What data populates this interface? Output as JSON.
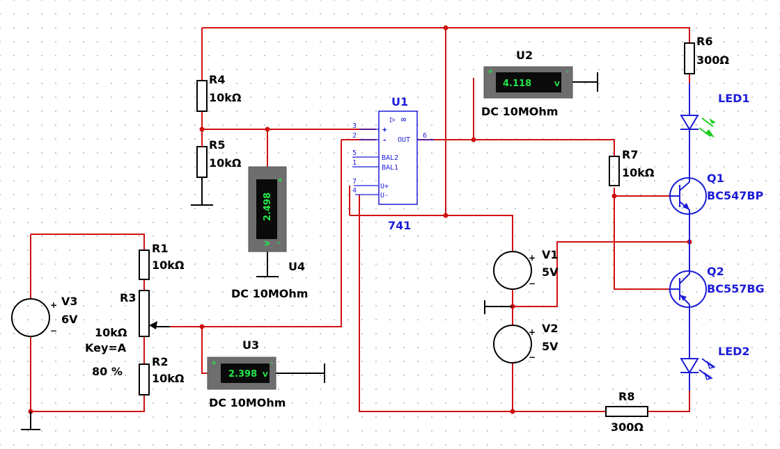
{
  "components": {
    "R1": {
      "ref": "R1",
      "value": "10kΩ"
    },
    "R2": {
      "ref": "R2",
      "value": "10kΩ"
    },
    "R3": {
      "ref": "R3",
      "value": "10kΩ",
      "key": "Key=A",
      "percent": "80 %"
    },
    "R4": {
      "ref": "R4",
      "value": "10kΩ"
    },
    "R5": {
      "ref": "R5",
      "value": "10kΩ"
    },
    "R6": {
      "ref": "R6",
      "value": "300Ω"
    },
    "R7": {
      "ref": "R7",
      "value": "10kΩ"
    },
    "R8": {
      "ref": "R8",
      "value": "300Ω"
    },
    "V1": {
      "ref": "V1",
      "value": "5V"
    },
    "V2": {
      "ref": "V2",
      "value": "5V"
    },
    "V3": {
      "ref": "V3",
      "value": "6V"
    },
    "U1": {
      "ref": "U1",
      "model": "741",
      "symbol": "▷ ∞",
      "pins": {
        "p3": "3",
        "p2": "2",
        "p5": "5",
        "p1": "1",
        "p7": "7",
        "p4": "4",
        "p6": "6",
        "plus": "+",
        "minus": "-",
        "out": "OUT",
        "bal2": "BAL2",
        "bal1": "BAL1",
        "uplus": "U+",
        "uminus": "U-"
      }
    },
    "Q1": {
      "ref": "Q1",
      "model": "BC547BP"
    },
    "Q2": {
      "ref": "Q2",
      "model": "BC557BG"
    },
    "LED1": {
      "ref": "LED1"
    },
    "LED2": {
      "ref": "LED2"
    }
  },
  "meters": {
    "U2": {
      "ref": "U2",
      "reading": "4.118",
      "unit": "V",
      "plus": "+",
      "minus": "-",
      "mode": "DC  10MOhm"
    },
    "U3": {
      "ref": "U3",
      "reading": "2.398",
      "unit": "V",
      "plus": "+",
      "minus": "-",
      "mode": "DC  10MOhm"
    },
    "U4": {
      "ref": "U4",
      "reading": "2.498",
      "unit": "V",
      "plus": "+",
      "minus": "-",
      "mode": "DC  10MOhm"
    }
  },
  "source_signs": {
    "plus": "+",
    "minus": "−"
  },
  "colors": {
    "wire": "#d01010",
    "component": "#1c1cd8",
    "led1": "#22cc22",
    "meter_display": "#22e84a"
  }
}
